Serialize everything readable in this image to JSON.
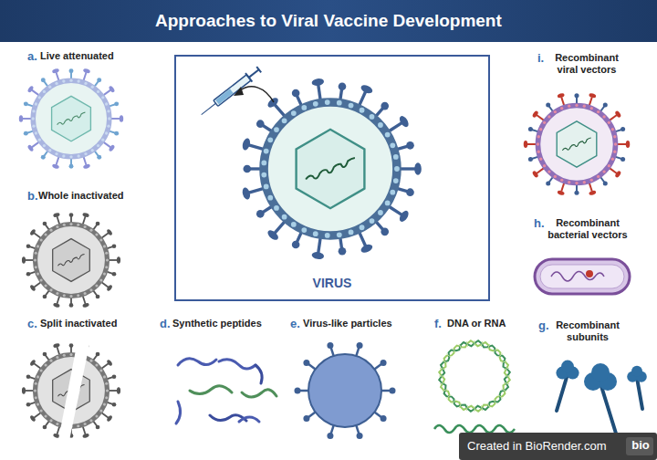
{
  "diagram": {
    "title": "Approaches to Viral Vaccine Development",
    "nodes": [
      {
        "text": [
          "VIRUS"
        ]
      }
    ],
    "labels": [
      "a.",
      "Live attenuated",
      "b.",
      "Whole inactivated",
      "c.",
      "Split inactivated",
      "d.",
      "Synthetic peptides",
      "e.",
      "Virus-like particles",
      "f.",
      "DNA or RNA",
      "g.",
      "Recombinant subunits",
      "h.",
      "Recombinant bacterial vectors",
      "i.",
      "Recombinant viral vectors",
      "Created in BioRender.com",
      "bio"
    ]
  }
}
